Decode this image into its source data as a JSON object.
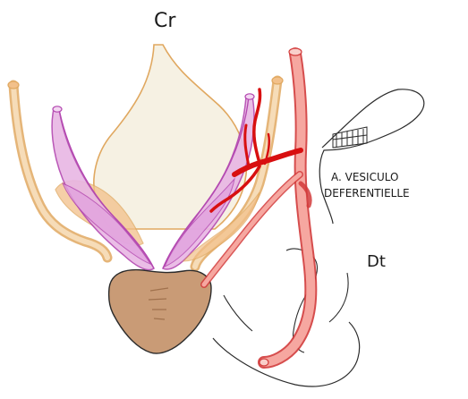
{
  "labels": {
    "orientation": "Cr",
    "artery_line1": "A. VESICULO",
    "artery_line2": "DEFERENTIELLE",
    "side": "Dt"
  },
  "colors": {
    "paper": "#ffffff",
    "bladder_fill": "#f6f1e3",
    "bladder_outline": "#e0a860",
    "seminal_vesicle_fill": "#e8b6e4",
    "seminal_vesicle_outline": "#b347b0",
    "ampulla_fill": "#f2c08a",
    "prostate_fill": "#c99b76",
    "prostate_outline": "#2b2b2b",
    "artery_fill": "#f6a7a0",
    "artery_outline": "#d23a3a",
    "artery_highlight": "#d80f10",
    "ink": "#1a1a1a"
  }
}
